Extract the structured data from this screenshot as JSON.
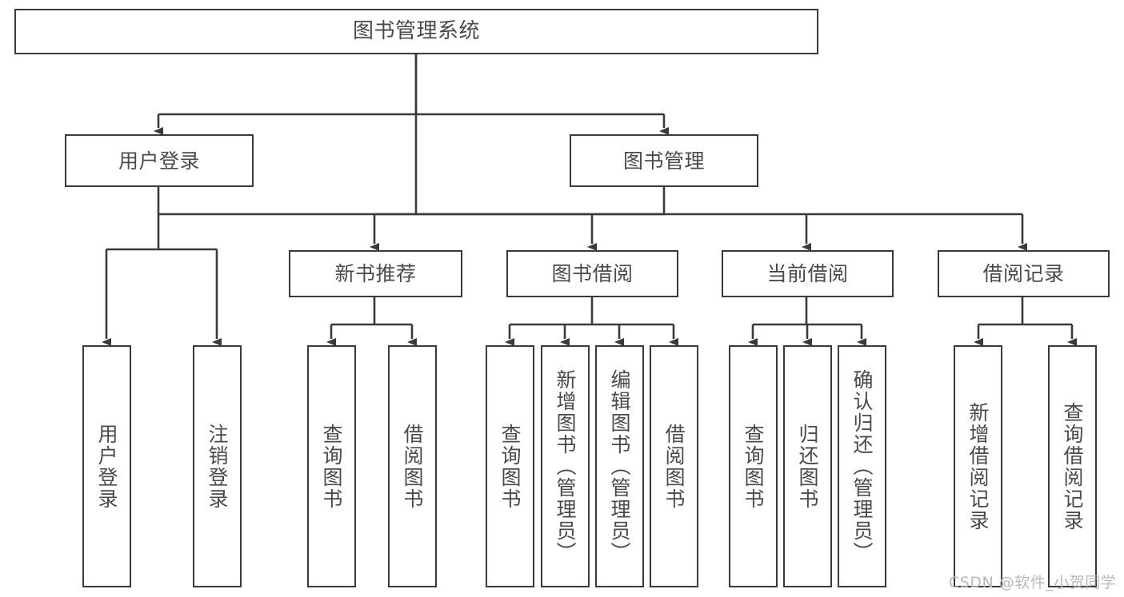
{
  "diagram": {
    "type": "tree-hierarchy",
    "title": "图书管理系统",
    "watermark": "CSDN @软件_小贺同学",
    "colors": {
      "stroke": "#3a3a3a",
      "text": "#4a4a4a",
      "background": "#ffffff",
      "watermark": "#b9b9b9"
    },
    "nodes": {
      "root": {
        "label": "图书管理系统",
        "level": 1
      },
      "l2": [
        {
          "id": "user-login",
          "label": "用户登录",
          "level": 2
        },
        {
          "id": "book-manage",
          "label": "图书管理",
          "level": 2
        }
      ],
      "l3": [
        {
          "id": "new-book-recommend",
          "label": "新书推荐",
          "level": 3,
          "parent": "book-manage"
        },
        {
          "id": "book-borrow",
          "label": "图书借阅",
          "level": 3,
          "parent": "book-manage"
        },
        {
          "id": "current-borrow",
          "label": "当前借阅",
          "level": 3,
          "parent": "book-manage"
        },
        {
          "id": "borrow-record",
          "label": "借阅记录",
          "level": 3,
          "parent": "book-manage"
        }
      ],
      "leaves": [
        {
          "id": "leaf-user-login",
          "label": "用户登录",
          "parent": "user-login"
        },
        {
          "id": "leaf-logout",
          "label": "注销登录",
          "parent": "user-login"
        },
        {
          "id": "leaf-query-book-1",
          "label": "查询图书",
          "parent": "new-book-recommend"
        },
        {
          "id": "leaf-borrow-book-1",
          "label": "借阅图书",
          "parent": "new-book-recommend"
        },
        {
          "id": "leaf-query-book-2",
          "label": "查询图书",
          "parent": "book-borrow"
        },
        {
          "id": "leaf-add-book",
          "label": "新增图书（管理员）",
          "parent": "book-borrow"
        },
        {
          "id": "leaf-edit-book",
          "label": "编辑图书（管理员）",
          "parent": "book-borrow"
        },
        {
          "id": "leaf-borrow-book-2",
          "label": "借阅图书",
          "parent": "book-borrow"
        },
        {
          "id": "leaf-query-book-3",
          "label": "查询图书",
          "parent": "current-borrow"
        },
        {
          "id": "leaf-return-book",
          "label": "归还图书",
          "parent": "current-borrow"
        },
        {
          "id": "leaf-confirm-return",
          "label": "确认归还（管理员）",
          "parent": "current-borrow"
        },
        {
          "id": "leaf-add-record",
          "label": "新增借阅记录",
          "parent": "borrow-record"
        },
        {
          "id": "leaf-query-record",
          "label": "查询借阅记录",
          "parent": "borrow-record"
        }
      ]
    }
  }
}
